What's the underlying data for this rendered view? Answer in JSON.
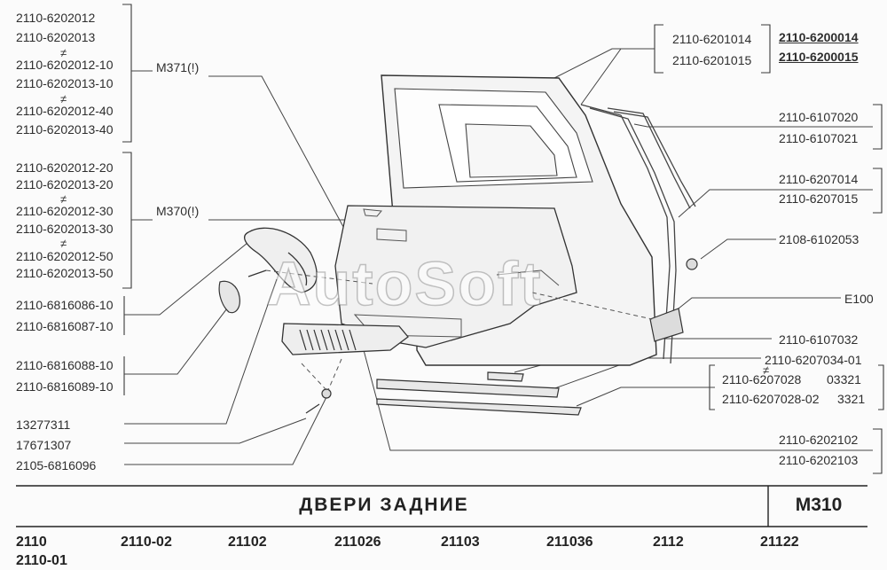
{
  "left_groups": {
    "g1": [
      "2110-6202012",
      "2110-6202013",
      "2110-6202012-10",
      "2110-6202013-10",
      "2110-6202012-40",
      "2110-6202013-40"
    ],
    "g2": [
      "2110-6202012-20",
      "2110-6202013-20",
      "2110-6202012-30",
      "2110-6202013-30",
      "2110-6202012-50",
      "2110-6202013-50"
    ],
    "handle": [
      "2110-6816086-10",
      "2110-6816087-10"
    ],
    "cover": [
      "2110-6816088-10",
      "2110-6816089-10"
    ],
    "single": [
      "13277311",
      "17671307",
      "2105-6816096"
    ]
  },
  "neq_symbol": "≠",
  "notes": {
    "m371": "M371(!)",
    "m370": "M370(!)"
  },
  "right_labels": {
    "frame_a": [
      "2110-6201014",
      "2110-6201015"
    ],
    "frame_b": [
      "2110-6200014",
      "2110-6200015"
    ],
    "seal_upper": [
      "2110-6107020",
      "2110-6107021"
    ],
    "seal_side": [
      "2110-6207014",
      "2110-6207015"
    ],
    "clip": "2108-6102053",
    "e": "E100",
    "seal_lower": "2110-6107032",
    "part_34": "2110-6207034-01",
    "moulding_a": "2110-6207028",
    "moulding_a_suffix": "03321",
    "moulding_b": "2110-6207028-02",
    "moulding_b_suffix": "3321",
    "trim": [
      "2110-6202102",
      "2110-6202103"
    ]
  },
  "watermark": "AutoSoft",
  "footer": {
    "title": "ДВЕРИ  ЗАДНИЕ",
    "code": "M310",
    "models": [
      "2110",
      "2110-02",
      "21102",
      "211026",
      "21103",
      "211036",
      "2112",
      "21122",
      "2110-01"
    ]
  }
}
